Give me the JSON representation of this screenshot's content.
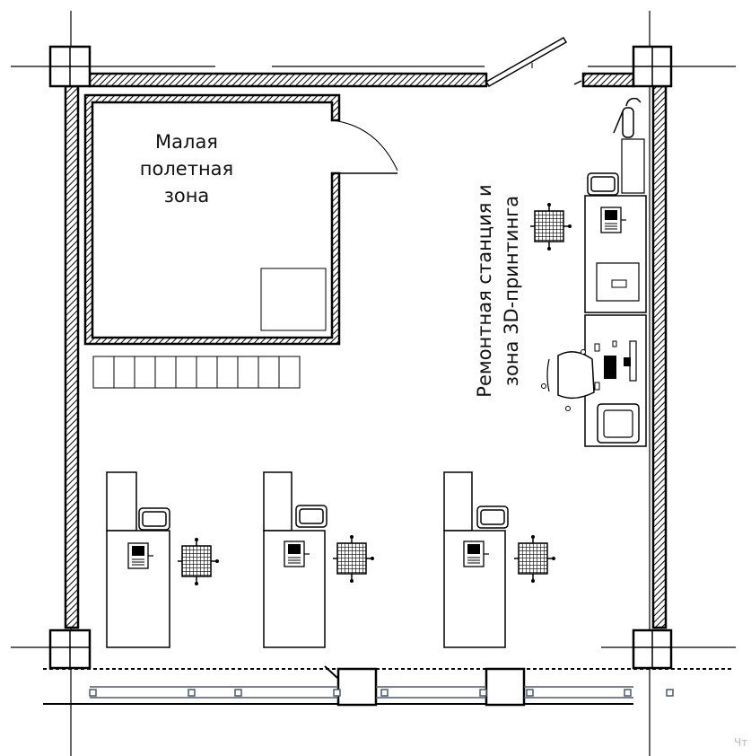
{
  "zones": {
    "flight": {
      "line1": "Малая",
      "line2": "полетная",
      "line3": "зона"
    },
    "repair": {
      "line1": "Ремонтная станция и",
      "line2": "зона 3D-принтинга"
    }
  },
  "watermark": "Чт"
}
